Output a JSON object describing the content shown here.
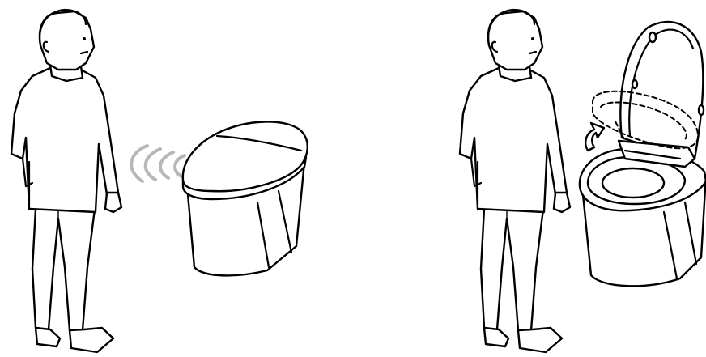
{
  "scene": {
    "panels": [
      {
        "id": "approach",
        "figure": "person-standing",
        "object": "toilet-lid-closed",
        "indicator": "sensor-waves"
      },
      {
        "id": "auto-open",
        "figure": "person-standing",
        "object": "toilet-lid-open",
        "indicator": "rotate-arrow"
      }
    ],
    "colors": {
      "line": "#000000",
      "fill": "#ffffff",
      "waves": "#b7b7b7"
    },
    "icons": [
      "sensor-wave-icon",
      "rotate-arrow-icon"
    ]
  }
}
